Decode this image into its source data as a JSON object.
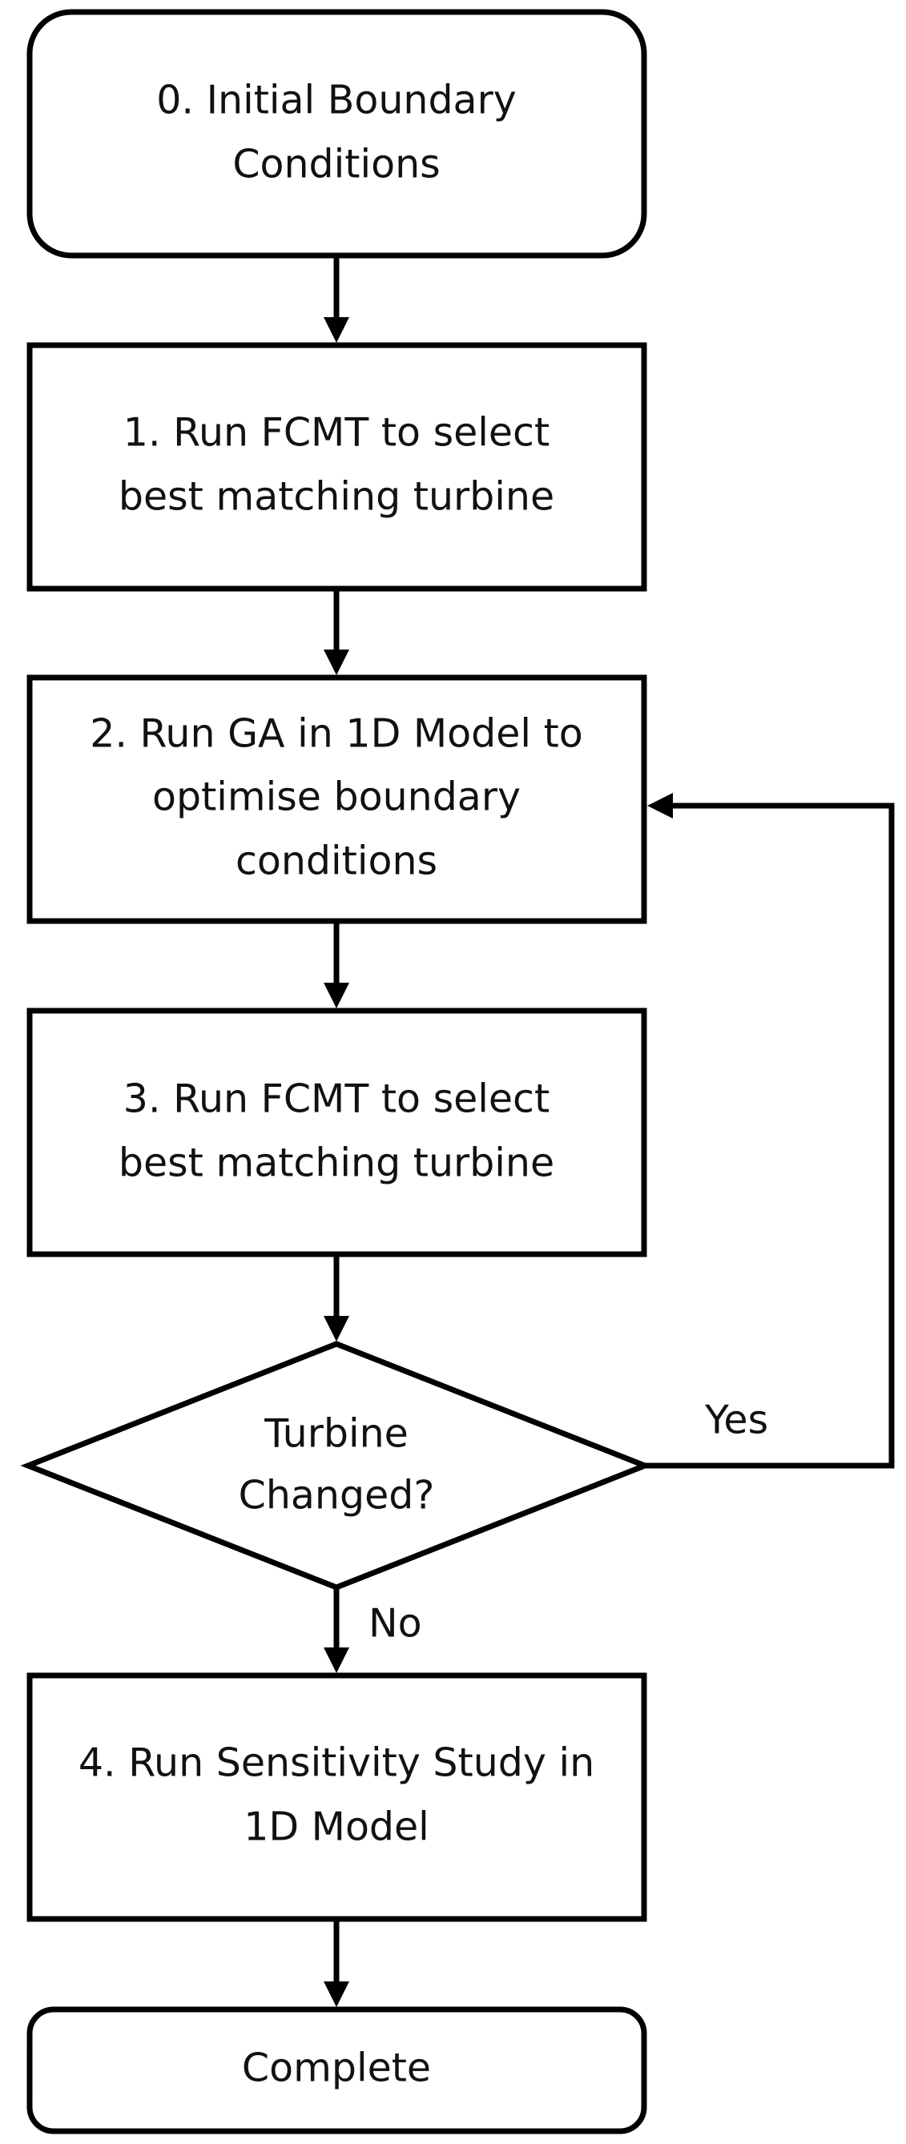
{
  "flowchart": {
    "nodes": {
      "step0": {
        "lines": [
          "0. Initial Boundary",
          "Conditions"
        ]
      },
      "step1": {
        "lines": [
          "1. Run FCMT to select",
          "best matching turbine"
        ]
      },
      "step2": {
        "lines": [
          "2. Run GA in 1D Model to",
          "optimise boundary",
          "conditions"
        ]
      },
      "step3": {
        "lines": [
          "3. Run FCMT to select",
          "best matching turbine"
        ]
      },
      "decision": {
        "lines": [
          "Turbine",
          "Changed?"
        ]
      },
      "step4": {
        "lines": [
          "4. Run Sensitivity Study in",
          "1D Model"
        ]
      },
      "complete": {
        "lines": [
          "Complete"
        ]
      }
    },
    "edges": {
      "yes_label": "Yes",
      "no_label": "No"
    }
  }
}
